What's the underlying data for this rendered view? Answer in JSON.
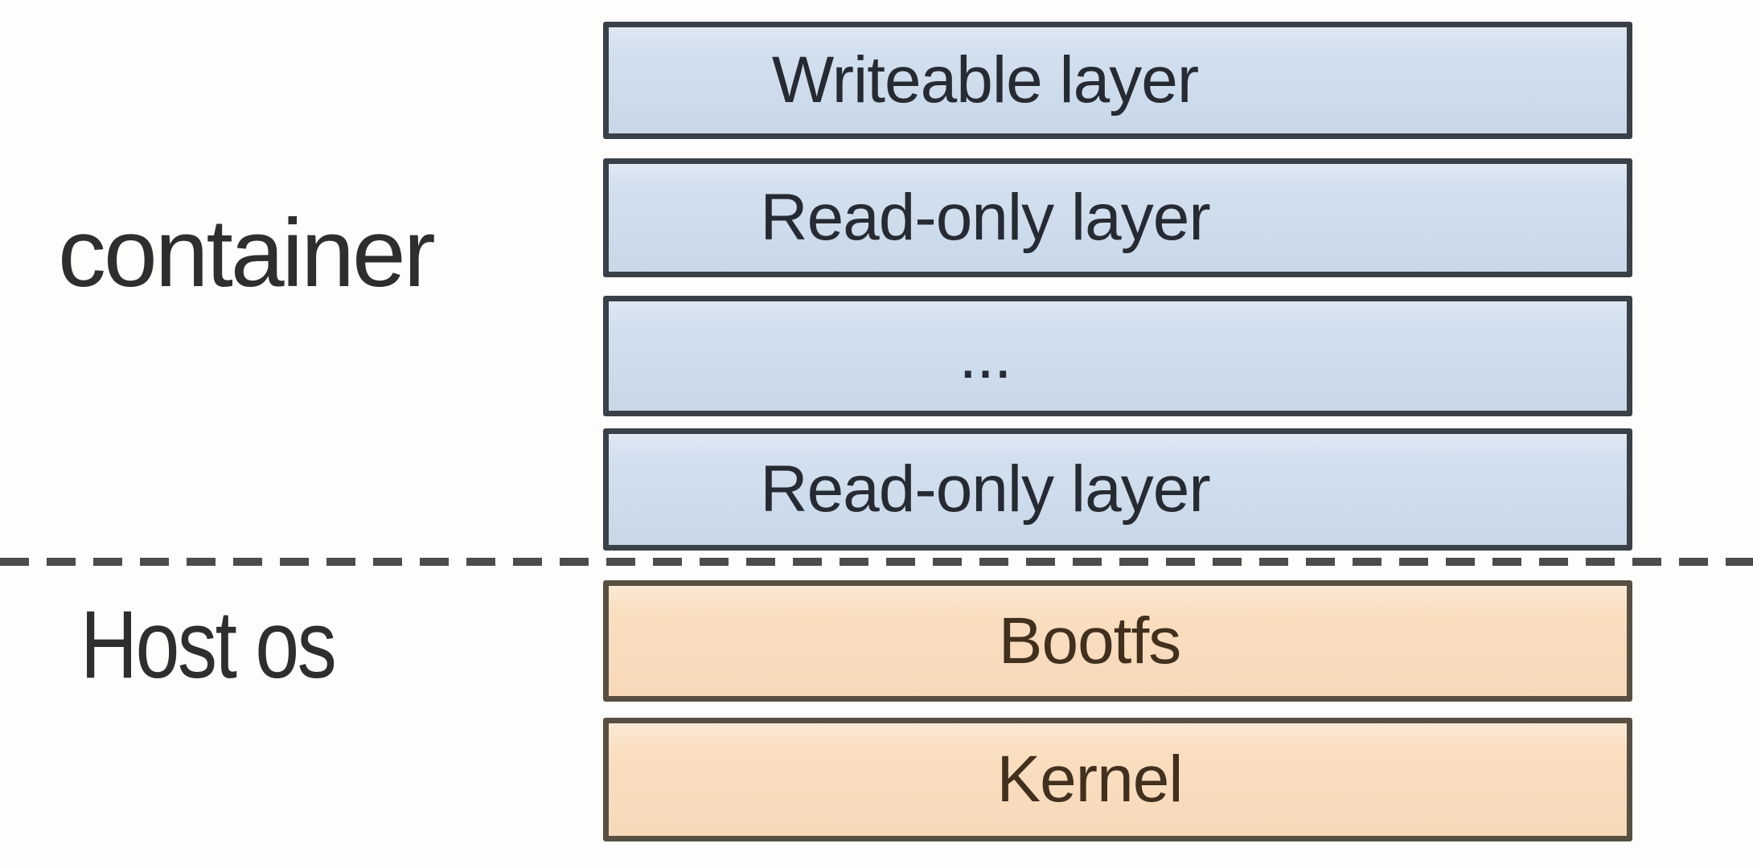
{
  "groups": {
    "container": {
      "label": "container"
    },
    "host": {
      "label": "Host os"
    }
  },
  "layers": [
    {
      "id": "writeable-layer",
      "label": "Writeable layer",
      "group": "container"
    },
    {
      "id": "read-only-layer-1",
      "label": "Read-only layer",
      "group": "container"
    },
    {
      "id": "ellipsis-layer",
      "label": "...",
      "group": "container"
    },
    {
      "id": "read-only-layer-2",
      "label": "Read-only layer",
      "group": "container"
    },
    {
      "id": "bootfs-layer",
      "label": "Bootfs",
      "group": "host"
    },
    {
      "id": "kernel-layer",
      "label": "Kernel",
      "group": "host"
    }
  ],
  "colors": {
    "container_layer_fill": "#cfddec",
    "container_layer_border": "#3a4047",
    "container_layer_text": "#262b33",
    "host_layer_fill": "#f8dcbd",
    "host_layer_border": "#575042",
    "host_layer_text": "#41301d",
    "divider_line": "#4c4c4c",
    "side_label_text": "#2e2e2e",
    "page_background": "#fdfdfc"
  }
}
